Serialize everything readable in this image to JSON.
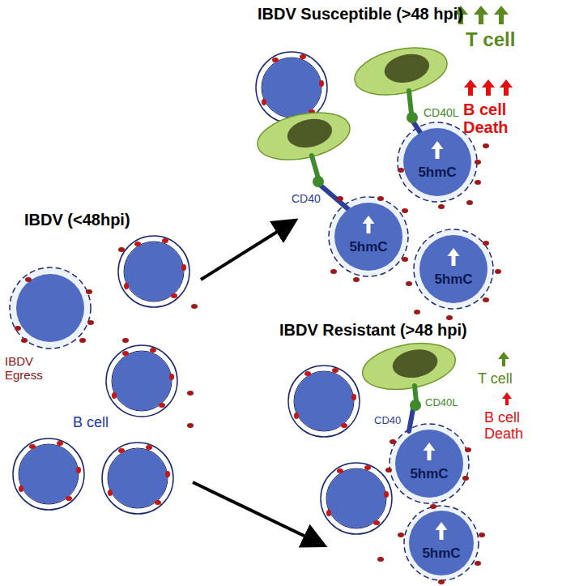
{
  "diagram": {
    "nodes": [
      {
        "text": [
          "5hmC"
        ]
      },
      {
        "text": [
          "5hmC"
        ]
      },
      {
        "text": [
          "5hmC"
        ]
      },
      {
        "text": [
          "5hmC"
        ]
      },
      {
        "text": [
          "5hmC"
        ]
      }
    ],
    "labels": [
      "IBDV Susceptible (>48 hpi)",
      "T cell",
      "CD40L",
      "CD40",
      "B cell Death",
      "IBDV (<48hpi)",
      "IBDV Egress",
      "B cell",
      "IBDV Resistant (>48 hpi)",
      "T cell",
      "CD40L",
      "CD40",
      "B cell Death"
    ]
  }
}
